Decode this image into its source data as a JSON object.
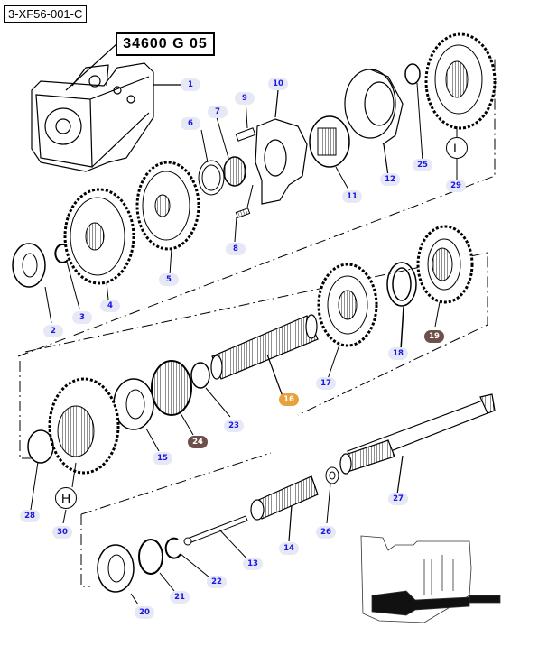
{
  "diagram": {
    "document_ref": "3-XF56-001-C",
    "group_ref": "34600 G 05",
    "colors": {
      "callout_text": "#1b16e6",
      "callout_bg": "#e6e8f5",
      "highlight_orange": "#e8a23c",
      "highlight_brown": "#6e4f4a"
    },
    "parts": [
      {
        "id": "1",
        "label": "1",
        "name": "transmission-housing",
        "highlight": "none"
      },
      {
        "id": "2",
        "label": "2",
        "name": "bearing",
        "highlight": "none"
      },
      {
        "id": "3",
        "label": "3",
        "name": "circlip",
        "highlight": "none"
      },
      {
        "id": "4",
        "label": "4",
        "name": "gear",
        "highlight": "none"
      },
      {
        "id": "5",
        "label": "5",
        "name": "gear",
        "highlight": "none"
      },
      {
        "id": "6",
        "label": "6",
        "name": "washer",
        "highlight": "none"
      },
      {
        "id": "7",
        "label": "7",
        "name": "needle-bearing",
        "highlight": "none"
      },
      {
        "id": "8",
        "label": "8",
        "name": "stud",
        "highlight": "none"
      },
      {
        "id": "9",
        "label": "9",
        "name": "bolt",
        "highlight": "none"
      },
      {
        "id": "10",
        "label": "10",
        "name": "carrier",
        "highlight": "none"
      },
      {
        "id": "11",
        "label": "11",
        "name": "coupling",
        "highlight": "none"
      },
      {
        "id": "12",
        "label": "12",
        "name": "housing-flange",
        "highlight": "none"
      },
      {
        "id": "13",
        "label": "13",
        "name": "bolt-long",
        "highlight": "none"
      },
      {
        "id": "14",
        "label": "14",
        "name": "splined-sleeve",
        "highlight": "none"
      },
      {
        "id": "15",
        "label": "15",
        "name": "bearing",
        "highlight": "none"
      },
      {
        "id": "16",
        "label": "16",
        "name": "shaft",
        "highlight": "orange"
      },
      {
        "id": "17",
        "label": "17",
        "name": "gear",
        "highlight": "none"
      },
      {
        "id": "18",
        "label": "18",
        "name": "split-ring",
        "highlight": "none"
      },
      {
        "id": "19",
        "label": "19",
        "name": "gear",
        "highlight": "brown"
      },
      {
        "id": "20",
        "label": "20",
        "name": "bearing",
        "highlight": "none"
      },
      {
        "id": "21",
        "label": "21",
        "name": "ring",
        "highlight": "none"
      },
      {
        "id": "22",
        "label": "22",
        "name": "circlip",
        "highlight": "none"
      },
      {
        "id": "23",
        "label": "23",
        "name": "circlip",
        "highlight": "none"
      },
      {
        "id": "24",
        "label": "24",
        "name": "gear",
        "highlight": "brown"
      },
      {
        "id": "25",
        "label": "25",
        "name": "circlip",
        "highlight": "none"
      },
      {
        "id": "26",
        "label": "26",
        "name": "washer",
        "highlight": "none"
      },
      {
        "id": "27",
        "label": "27",
        "name": "output-shaft",
        "highlight": "none"
      },
      {
        "id": "28",
        "label": "28",
        "name": "ring",
        "highlight": "none"
      },
      {
        "id": "29",
        "label": "29",
        "name": "gear",
        "highlight": "none"
      },
      {
        "id": "30",
        "label": "30",
        "name": "gear",
        "highlight": "none"
      }
    ],
    "letter_markers": [
      {
        "letter": "L",
        "part": "29"
      },
      {
        "letter": "H",
        "part": "30"
      }
    ],
    "inset": {
      "name": "transmission-section-thumbnail"
    }
  }
}
